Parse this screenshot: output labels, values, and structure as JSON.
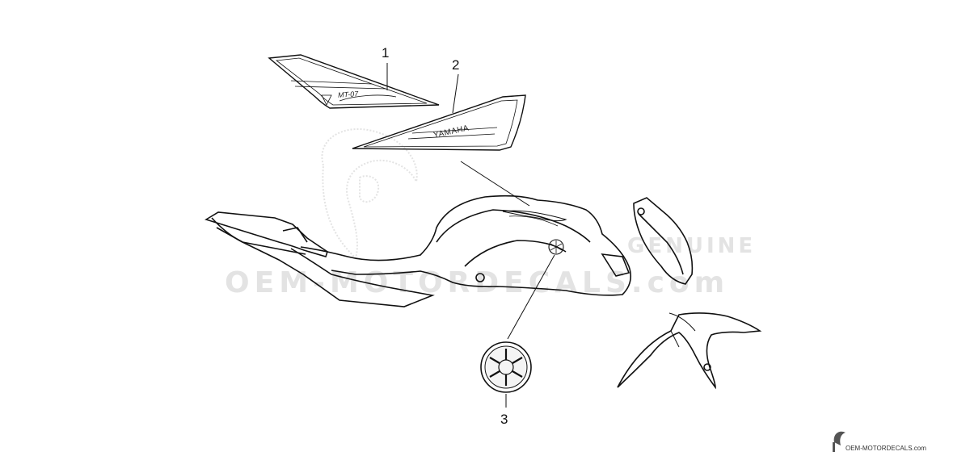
{
  "diagram": {
    "callouts": [
      {
        "number": "1"
      },
      {
        "number": "2"
      },
      {
        "number": "3"
      }
    ],
    "decal_texts": {
      "decal_1_model": "MT-07",
      "decal_2_brand": "YAMAHA"
    },
    "watermark": {
      "main": "OEM-MOTORDECALS.com",
      "genuine": "GENUINE"
    },
    "footer": {
      "site": "OEM-MOTORDECALS.com"
    },
    "colors": {
      "line": "#111111",
      "watermark": "#e3e3e3",
      "background": "#ffffff"
    }
  }
}
